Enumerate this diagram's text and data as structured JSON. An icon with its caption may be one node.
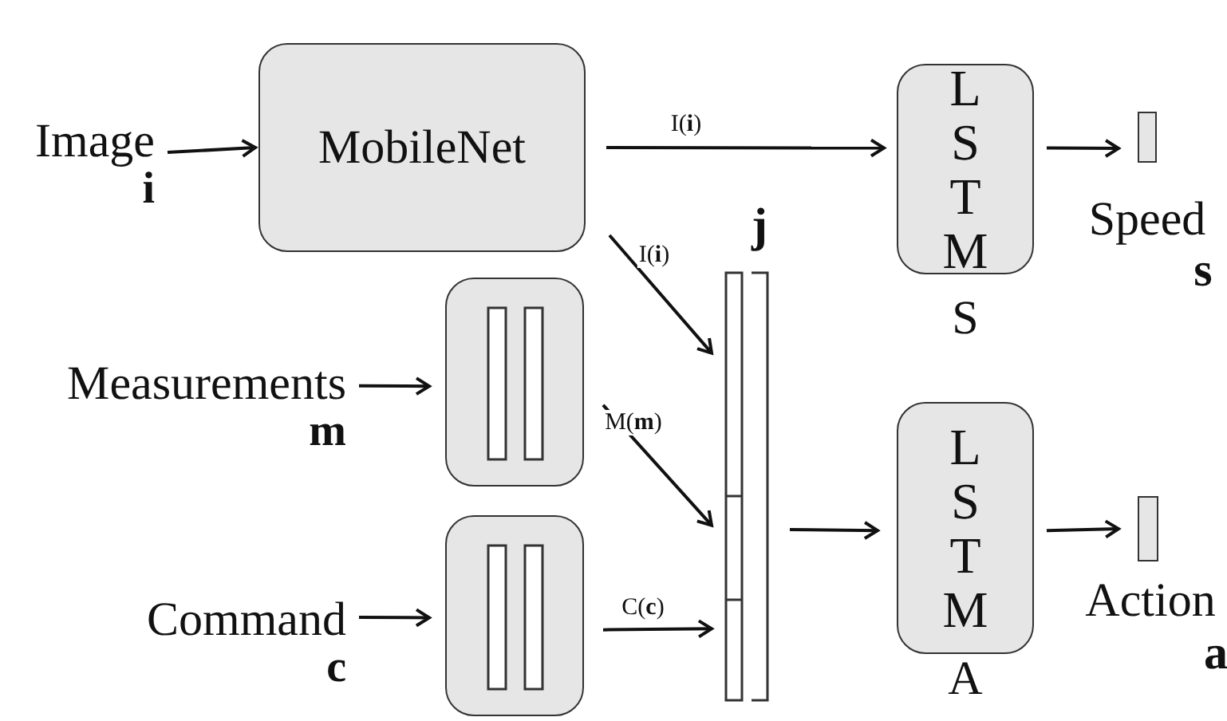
{
  "diagram": {
    "nodes": [
      {
        "text": [
          "Image",
          "i"
        ]
      },
      {
        "text": [
          "MobileNet"
        ]
      },
      {
        "text": [
          "Measurements",
          "m"
        ]
      },
      {
        "text": [],
        "shape": "box"
      },
      {
        "text": [
          "Command",
          "c"
        ]
      },
      {
        "text": [],
        "shape": "box"
      },
      {
        "text": [],
        "shape": "bar",
        "beside": [
          "j"
        ]
      },
      {
        "text": [
          "L S T M"
        ],
        "beside": [
          "S"
        ]
      },
      {
        "text": [],
        "shape": "bar",
        "beside": [
          "Speed",
          "s"
        ]
      },
      {
        "text": [
          "L S T M"
        ],
        "beside": [
          "A"
        ]
      },
      {
        "text": [],
        "shape": "bar",
        "beside": [
          "Action",
          "a"
        ]
      }
    ],
    "edges": [
      {
        "from": 0,
        "to": 1,
        "arrow": "to"
      },
      {
        "from": 1,
        "to": 7,
        "arrow": "to",
        "label": "I(**i**)"
      },
      {
        "from": 1,
        "to": 6,
        "arrow": "to",
        "label": "I(**i**)"
      },
      {
        "from": 2,
        "to": 3,
        "arrow": "to"
      },
      {
        "from": 3,
        "to": 6,
        "arrow": "to",
        "label": "M(**m**)"
      },
      {
        "from": 4,
        "to": 5,
        "arrow": "to"
      },
      {
        "from": 5,
        "to": 6,
        "arrow": "to",
        "label": "C(**c**)"
      },
      {
        "from": 6,
        "to": 9,
        "arrow": "to"
      },
      {
        "from": 7,
        "to": 8,
        "arrow": "to"
      },
      {
        "from": 9,
        "to": 10,
        "arrow": "to"
      }
    ]
  }
}
